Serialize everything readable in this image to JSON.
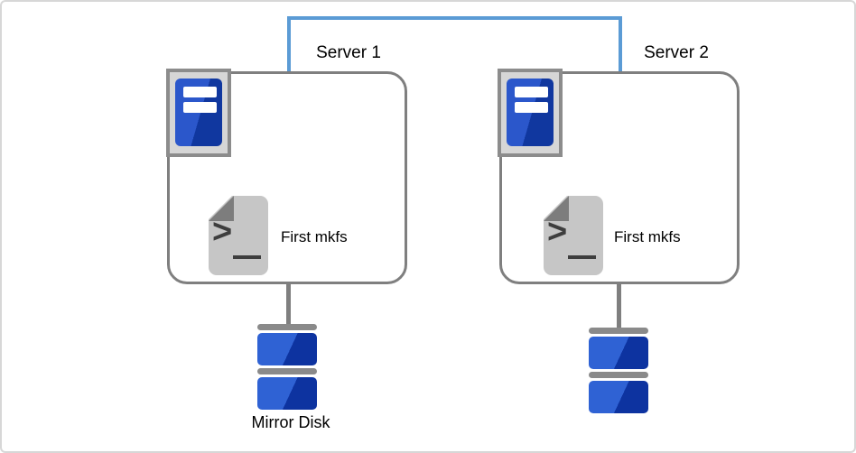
{
  "connector": {
    "name": "server-interconnect-link",
    "color": "#5b9bd5"
  },
  "servers": [
    {
      "label": "Server 1",
      "server_icon": "server-tower-icon",
      "script": {
        "icon": "terminal-script-icon",
        "prompt": ">",
        "label": "First mkfs"
      },
      "disk": {
        "icon": "mirror-disk-icon",
        "label": "Mirror Disk"
      }
    },
    {
      "label": "Server 2",
      "server_icon": "server-tower-icon",
      "script": {
        "icon": "terminal-script-icon",
        "prompt": ">",
        "label": "First mkfs"
      },
      "disk": {
        "icon": "disk-stack-icon",
        "label": ""
      }
    }
  ],
  "colors": {
    "frame_gray": "#d7d7d7",
    "connector_blue": "#5b9bd5",
    "box_gray": "#7f7f7f",
    "badge_border_gray": "#8c8c8c",
    "badge_fill_gray": "#d6d6d6",
    "server_blue_light": "#2b57cb",
    "server_blue_dark": "#10379f",
    "disk_blue_light": "#2f62d4",
    "disk_blue_dark": "#0d33a0",
    "bar_gray": "#8a8a8a",
    "page_gray": "#c6c6c6",
    "fold_gray": "#7d7d7d",
    "glyph_gray": "#3e3e3e"
  }
}
